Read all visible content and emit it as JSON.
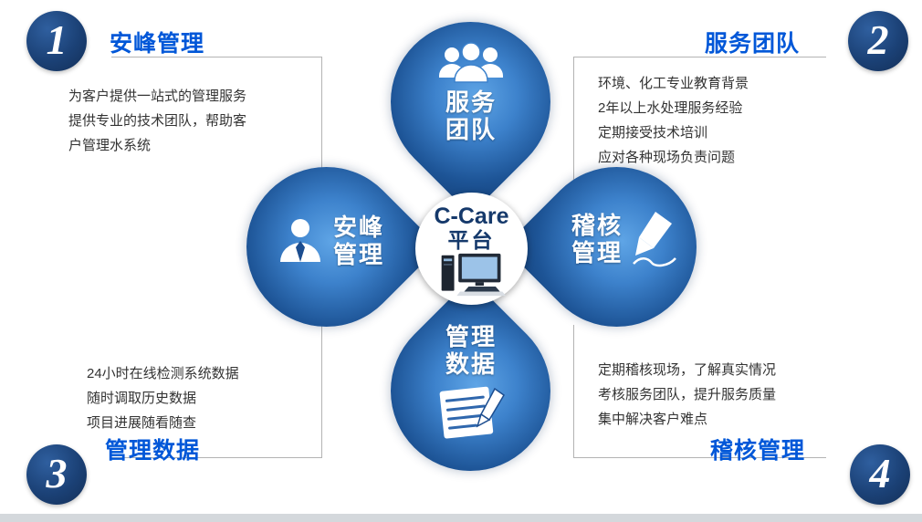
{
  "colors": {
    "petal_light": "#5fa5e6",
    "petal_dark": "#123d75",
    "badge_blue": "#1b4176",
    "heading_blue": "#0057d8",
    "body_text": "#333333",
    "petal_label": "#ffffff",
    "center_text": "#15396b",
    "connector_gray": "#b3b3b3"
  },
  "center": {
    "title": "C-Care",
    "subtitle": "平台",
    "icon": "computer-icon"
  },
  "petals": {
    "top": {
      "lines": [
        "服务",
        "团队"
      ],
      "icon": "team-icon"
    },
    "left": {
      "lines": [
        "安峰",
        "管理"
      ],
      "icon": "person-icon"
    },
    "right": {
      "lines": [
        "稽核",
        "管理"
      ],
      "icon": "pencil-icon"
    },
    "bottom": {
      "lines": [
        "管理",
        "数据"
      ],
      "icon": "document-pencil-icon"
    }
  },
  "sections": {
    "top_left": {
      "number": "1",
      "heading": "安峰管理",
      "lines": [
        "为客户提供一站式的管理服务",
        "提供专业的技术团队，帮助客",
        "户管理水系统"
      ]
    },
    "top_right": {
      "number": "2",
      "heading": "服务团队",
      "lines": [
        "环境、化工专业教育背景",
        "2年以上水处理服务经验",
        "定期接受技术培训",
        "应对各种现场负责问题"
      ]
    },
    "bottom_left": {
      "number": "3",
      "heading": "管理数据",
      "lines": [
        "24小时在线检测系统数据",
        "随时调取历史数据",
        "项目进展随看随查"
      ]
    },
    "bottom_right": {
      "number": "4",
      "heading": "稽核管理",
      "lines": [
        "定期稽核现场，了解真实情况",
        "考核服务团队，提升服务质量",
        "集中解决客户难点"
      ]
    }
  }
}
